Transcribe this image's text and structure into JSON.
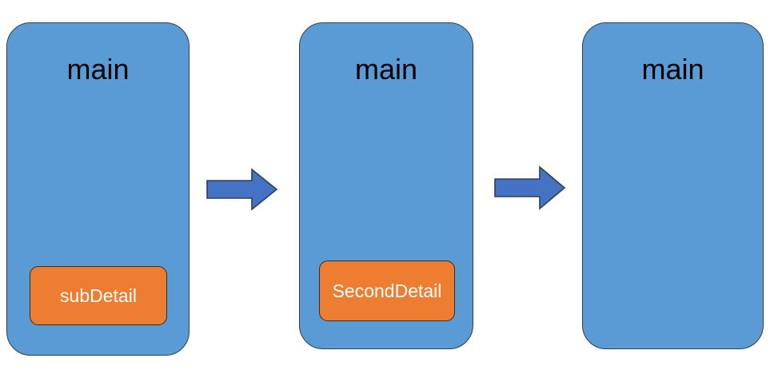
{
  "diagram": {
    "title": "",
    "background_color": "#FFFFFF",
    "palette": {
      "panel_fill": "#5B9BD5",
      "panel_stroke": "#2E3F50",
      "detail_fill": "#ED7D31",
      "detail_stroke": "#3B2C1C",
      "arrow_fill": "#4472C4",
      "arrow_stroke": "#2E3F50",
      "panel_label_color": "#000000",
      "detail_label_color": "#FFFFFF"
    },
    "panels": [
      {
        "id": "panel-1",
        "title": "main",
        "detail": {
          "label": "subDetail"
        }
      },
      {
        "id": "panel-2",
        "title": "main",
        "detail": {
          "label": "SecondDetail"
        }
      },
      {
        "id": "panel-3",
        "title": "main",
        "detail": null
      }
    ],
    "arrows": [
      {
        "id": "arrow-1",
        "direction": "right",
        "from": "panel-1",
        "to": "panel-2"
      },
      {
        "id": "arrow-2",
        "direction": "right",
        "from": "panel-2",
        "to": "panel-3"
      }
    ]
  }
}
